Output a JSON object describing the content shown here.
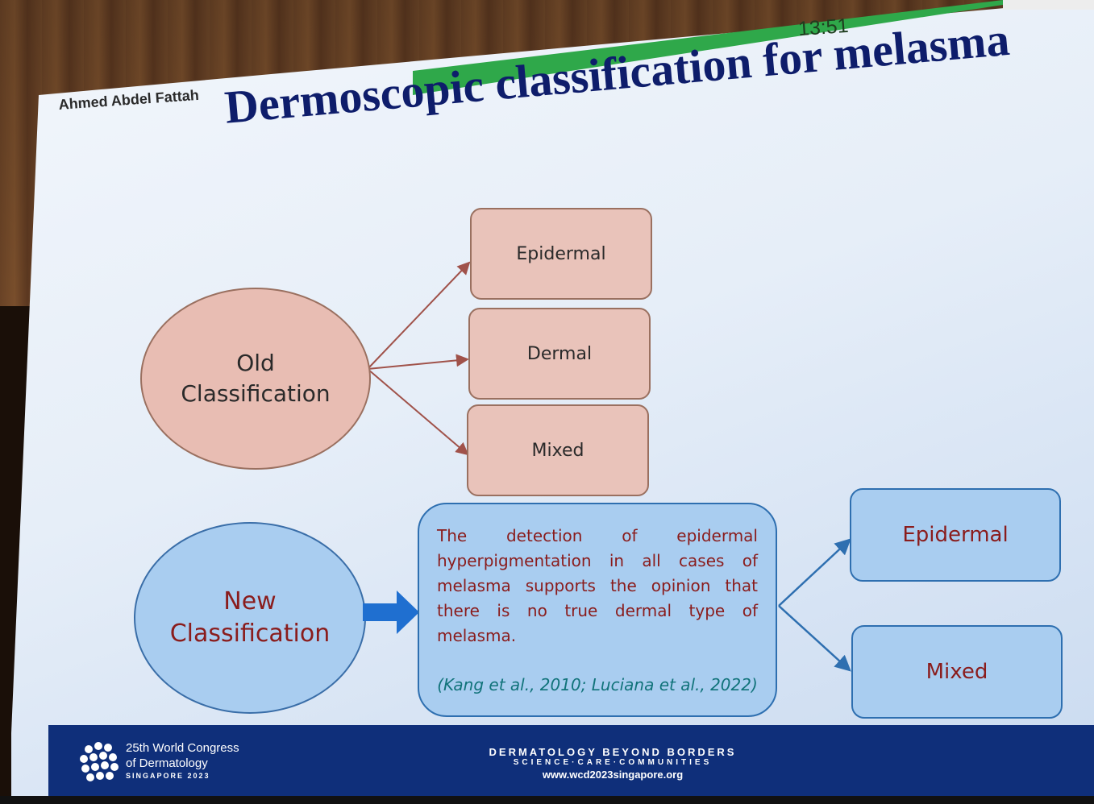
{
  "timer": "13:51",
  "presenter": "Ahmed Abdel Fattah",
  "slide": {
    "title": "Dermoscopic classification for melasma",
    "old": {
      "label": "Old Classification",
      "types": [
        "Epidermal",
        "Dermal",
        "Mixed"
      ]
    },
    "new": {
      "label": "New Classification",
      "description": "The detection of epidermal hyperpigmentation in all cases of melasma supports the opinion that there is no true dermal type of melasma.",
      "citation": "(Kang et al., 2010; Luciana et al., 2022)",
      "types": [
        "Epidermal",
        "Mixed"
      ]
    }
  },
  "footer": {
    "congress_line1": "25th World Congress",
    "congress_line2": "of Dermatology",
    "congress_line3": "SINGAPORE 2023",
    "motto_line1": "DERMATOLOGY BEYOND BORDERS",
    "motto_line2": "SCIENCE·CARE·COMMUNITIES",
    "website": "www.wcd2023singapore.org"
  },
  "colors": {
    "title": "#0e1d6b",
    "old_fill": "#e8bdb3",
    "new_fill": "#a9cdf0",
    "new_text": "#8a1c1c",
    "citation": "#11737a",
    "footer": "#0f2f7a",
    "timer_bar": "#2fa84a"
  }
}
